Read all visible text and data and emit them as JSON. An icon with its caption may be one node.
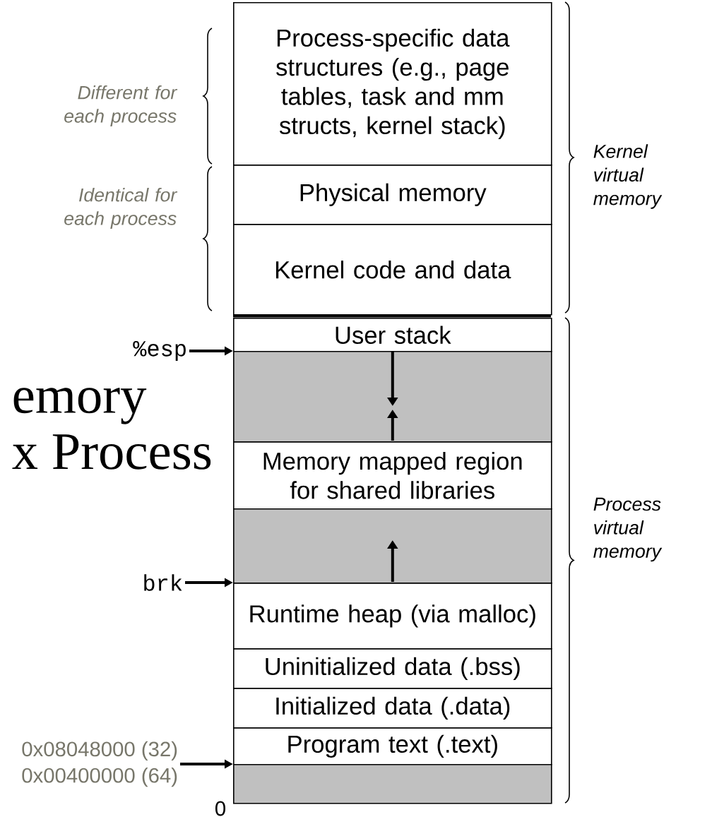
{
  "diagram": {
    "nodes": [
      {
        "text": [
          "Process-specific data structures (e.g., page tables, task and mm structs, kernel stack)"
        ]
      },
      {
        "text": [
          "Physical memory"
        ]
      },
      {
        "text": [
          "Kernel code and data"
        ]
      },
      {
        "text": [
          "User stack"
        ]
      },
      {
        "text": [],
        "shape": "box"
      },
      {
        "text": [
          "Memory mapped region for shared libraries"
        ]
      },
      {
        "text": [],
        "shape": "box"
      },
      {
        "text": [
          "Runtime heap (via malloc)"
        ]
      },
      {
        "text": [
          "Uninitialized data (.bss)"
        ]
      },
      {
        "text": [
          "Initialized data (.data)"
        ]
      },
      {
        "text": [
          "Program text (.text)"
        ]
      },
      {
        "text": [],
        "shape": "box"
      },
      {
        "text": [
          "%esp"
        ]
      },
      {
        "text": [
          "brk"
        ]
      },
      {
        "text": [
          "0x08048000 (32)",
          "0x00400000 (64)"
        ]
      }
    ],
    "edges": [
      {
        "from": 12,
        "to": 4,
        "arrow": "to"
      },
      {
        "from": 13,
        "to": 7,
        "arrow": "to"
      },
      {
        "from": 14,
        "to": 11,
        "arrow": "to"
      },
      {
        "from": 3,
        "to": 4,
        "arrow": "to"
      },
      {
        "from": 5,
        "to": 4,
        "arrow": "to"
      },
      {
        "from": 7,
        "to": 6,
        "arrow": "to"
      }
    ],
    "labels": [
      "Different for each process",
      "Kernel virtual memory",
      "Identical for each process",
      "emory",
      "x Process",
      "Process virtual memory",
      "0"
    ]
  }
}
